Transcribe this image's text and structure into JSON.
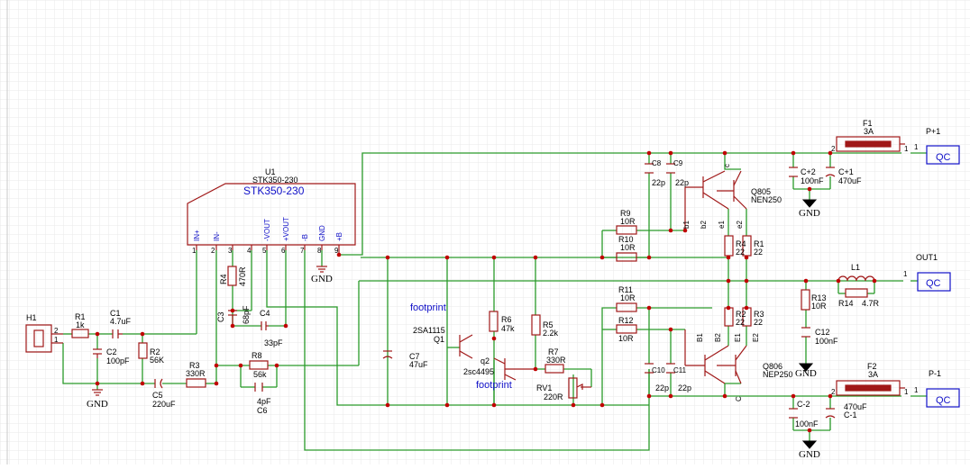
{
  "colors": {
    "wire": "#2a9a2a",
    "part": "#a01818",
    "junction": "#c00000",
    "connector_text": "#1010c8",
    "grid": "#e9e9e9",
    "background": "#ffffff"
  },
  "u1": {
    "ref": "U1",
    "name": "STK350-230",
    "title": "STK350-230",
    "pin_names": [
      "IN+",
      "IN-",
      "",
      "",
      "-VOUT",
      "+VOUT",
      "-B",
      "GND",
      "+B"
    ],
    "pin_numbers": [
      "1",
      "2",
      "3",
      "4",
      "5",
      "6",
      "7",
      "8",
      "9"
    ]
  },
  "h1": {
    "ref": "H1",
    "pin1": "1",
    "pin2": "2"
  },
  "resistors": {
    "r1": {
      "ref": "R1",
      "value": "1k"
    },
    "r2": {
      "ref": "R2",
      "value": "56K"
    },
    "r3": {
      "ref": "R3",
      "value": "330R"
    },
    "r4": {
      "ref": "R4",
      "value": "470R"
    },
    "r5": {
      "ref": "R5",
      "value": "2.2k"
    },
    "r6": {
      "ref": "R6",
      "value": "47k"
    },
    "r7": {
      "ref": "R7",
      "value": "330R"
    },
    "r8": {
      "ref": "R8",
      "value": "56k"
    },
    "r9": {
      "ref": "R9",
      "value": "10R"
    },
    "r10": {
      "ref": "R10",
      "value": "10R"
    },
    "r11": {
      "ref": "R11",
      "value": "10R"
    },
    "r12": {
      "ref": "R12",
      "value": "10R"
    },
    "r13": {
      "ref": "R13",
      "value": "10R"
    },
    "r14": {
      "ref": "R14",
      "value": "4.7R"
    },
    "r1b": {
      "ref": "R1",
      "value": "22"
    },
    "r2b": {
      "ref": "R2",
      "value": "22"
    },
    "r3b": {
      "ref": "R3",
      "value": "22"
    },
    "r4b": {
      "ref": "R4",
      "value": "22"
    },
    "rv1": {
      "ref": "RV1",
      "value": "220R"
    }
  },
  "capacitors": {
    "c1": {
      "ref": "C1",
      "value": "4.7uF"
    },
    "c2": {
      "ref": "C2",
      "value": "100pF"
    },
    "c3": {
      "ref": "C3",
      "value": "68pF"
    },
    "c4": {
      "ref": "C4",
      "value": "33pF"
    },
    "c5": {
      "ref": "C5",
      "value": "220uF"
    },
    "c6": {
      "ref": "C6",
      "value": "4pF"
    },
    "c7": {
      "ref": "C7",
      "value": "47uF"
    },
    "c8": {
      "ref": "C8",
      "value": "22p"
    },
    "c9": {
      "ref": "C9",
      "value": "22p"
    },
    "c10": {
      "ref": "C10",
      "value": "22p"
    },
    "c11": {
      "ref": "C11",
      "value": "22p"
    },
    "c12": {
      "ref": "C12",
      "value": "100nF"
    },
    "cp1": {
      "ref": "C+1",
      "value": "470uF"
    },
    "cp2": {
      "ref": "C+2",
      "value": "100nF"
    },
    "cm1": {
      "ref": "C-1",
      "value": "470uF"
    },
    "cm2": {
      "ref": "C-2",
      "value": "100nF"
    }
  },
  "transistors": {
    "q1": {
      "ref": "Q1",
      "value": "2SA1115",
      "note": "footprint"
    },
    "q2": {
      "ref": "q2",
      "value": "2sc4495",
      "note": "footprint"
    },
    "q805": {
      "ref": "Q805",
      "value": "NEN250",
      "pins": [
        "b1",
        "b2",
        "e1",
        "e2",
        "c"
      ]
    },
    "q806": {
      "ref": "Q806",
      "value": "NEP250",
      "pins": [
        "B1",
        "B2",
        "E1",
        "E2",
        "C"
      ]
    }
  },
  "inductor": {
    "ref": "L1"
  },
  "fuses": {
    "f1": {
      "ref": "F1",
      "value": "3A",
      "pin1": "1",
      "pin2": "2"
    },
    "f2": {
      "ref": "F2",
      "value": "3A",
      "pin1": "1",
      "pin2": "2"
    }
  },
  "connectors": {
    "p_plus": {
      "ref": "P+1",
      "label": "QC",
      "pin": "1"
    },
    "out": {
      "ref": "OUT1",
      "label": "QC",
      "pin": "1"
    },
    "p_minus": {
      "ref": "P-1",
      "label": "QC",
      "pin": "1"
    }
  },
  "ground_label": "GND"
}
